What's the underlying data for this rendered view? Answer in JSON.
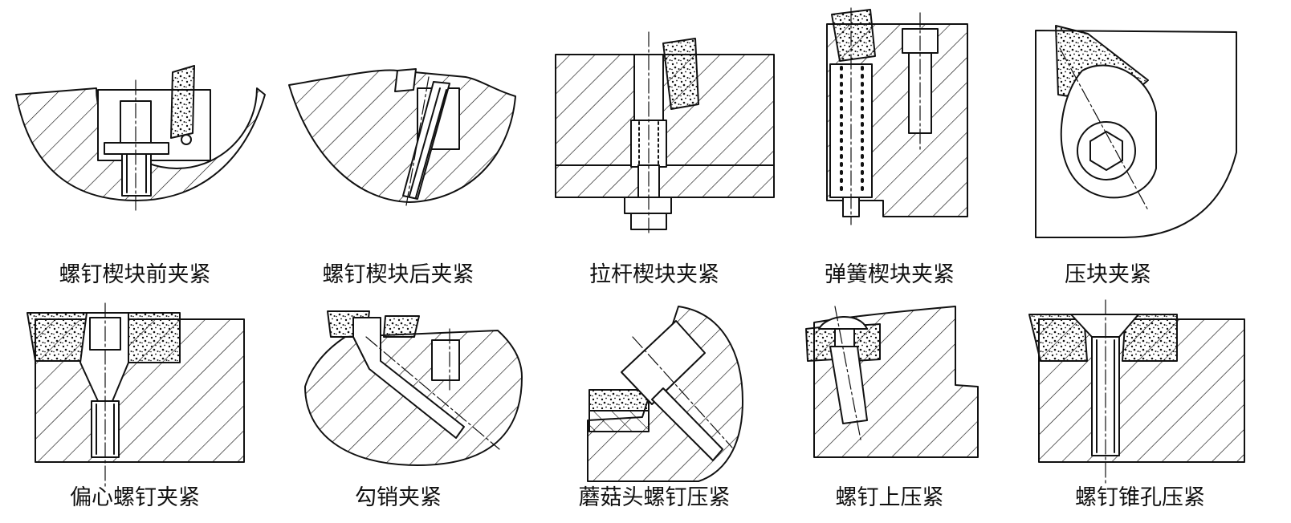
{
  "figures": [
    {
      "caption": "螺钉楔块前夹紧"
    },
    {
      "caption": "螺钉楔块后夹紧"
    },
    {
      "caption": "拉杆楔块夹紧"
    },
    {
      "caption": "弹簧楔块夹紧"
    },
    {
      "caption": "压块夹紧"
    },
    {
      "caption": "偏心螺钉夹紧"
    },
    {
      "caption": "勾销夹紧"
    },
    {
      "caption": "蘑菇头螺钉压紧"
    },
    {
      "caption": "螺钉上压紧"
    },
    {
      "caption": "螺钉锥孔压紧"
    }
  ]
}
